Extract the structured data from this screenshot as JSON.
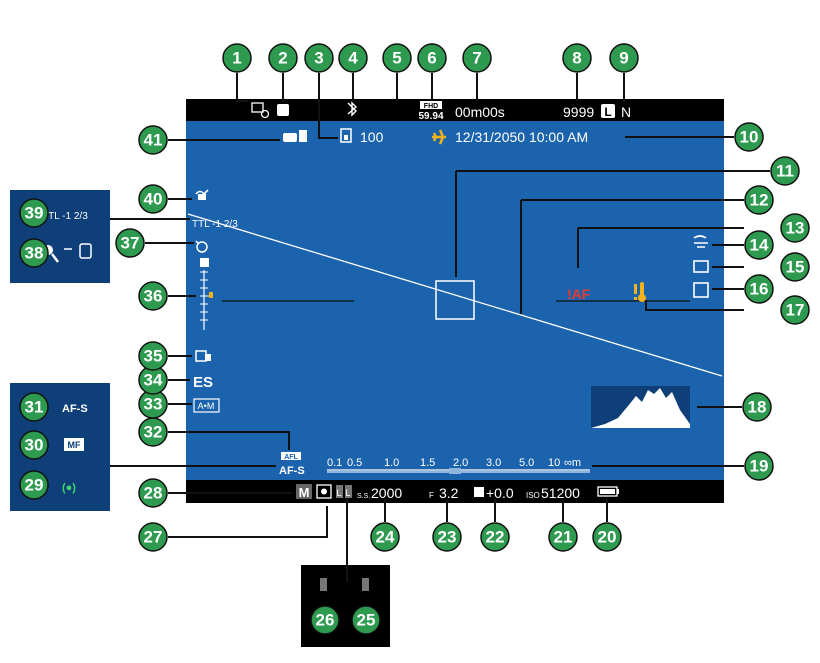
{
  "colors": {
    "screen": "#1b63ad",
    "callout": "#2e9a4f",
    "panel": "#0e3f78",
    "black_bar": "#000000",
    "warning_red": "#e83a2e",
    "warning_yellow": "#f2b21c",
    "airplane": "#f2b21c"
  },
  "top_bar": {
    "movie_format_top": "FHD",
    "movie_format_bottom": "59.94",
    "movie_time": "00m00s",
    "frames_remaining": "9999",
    "image_size": "L",
    "image_quality": "N"
  },
  "screen": {
    "bracket_count": "100",
    "date_time": "12/31/2050 10:00 AM",
    "flash_comp": "TTL -1 2/3",
    "shutter_type": "ES",
    "af_mode_small": "A•M",
    "afl_label": "AFL",
    "focus_mode": "AF-S",
    "af_warning": "!AF",
    "distance_scale": [
      "0.1",
      "0.5",
      "1.0",
      "1.5",
      "2.0",
      "3.0",
      "5.0",
      "10",
      "∞m"
    ]
  },
  "bottom_bar": {
    "exposure_mode": "M",
    "ael_label": "L",
    "shutter_prefix": "S.S.",
    "shutter_speed": "2000",
    "aperture_prefix": "F",
    "aperture": "3.2",
    "exposure_comp": "+0.0",
    "iso_prefix": "ISO",
    "iso": "51200"
  },
  "left_panel_top": {
    "flash_comp": "TTL -1 2/3"
  },
  "left_panel_mid": {
    "focus_afs": "AF-S",
    "focus_mf": "MF",
    "focus_afc": "(●)"
  },
  "callouts": [
    "1",
    "2",
    "3",
    "4",
    "5",
    "6",
    "7",
    "8",
    "9",
    "10",
    "11",
    "12",
    "13",
    "14",
    "15",
    "16",
    "17",
    "18",
    "19",
    "20",
    "21",
    "22",
    "23",
    "24",
    "25",
    "26",
    "27",
    "28",
    "29",
    "30",
    "31",
    "32",
    "33",
    "34",
    "35",
    "36",
    "37",
    "38",
    "39",
    "40",
    "41"
  ]
}
